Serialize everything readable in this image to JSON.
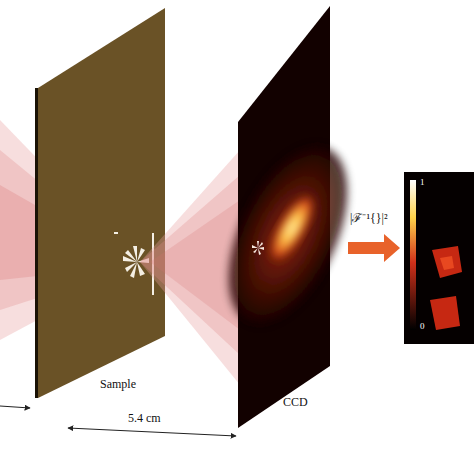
{
  "diagram": {
    "labels": [
      "Sample",
      "5.4 cm",
      "CCD",
      "|ℱ⁻¹{}|²",
      "1",
      "0"
    ]
  }
}
